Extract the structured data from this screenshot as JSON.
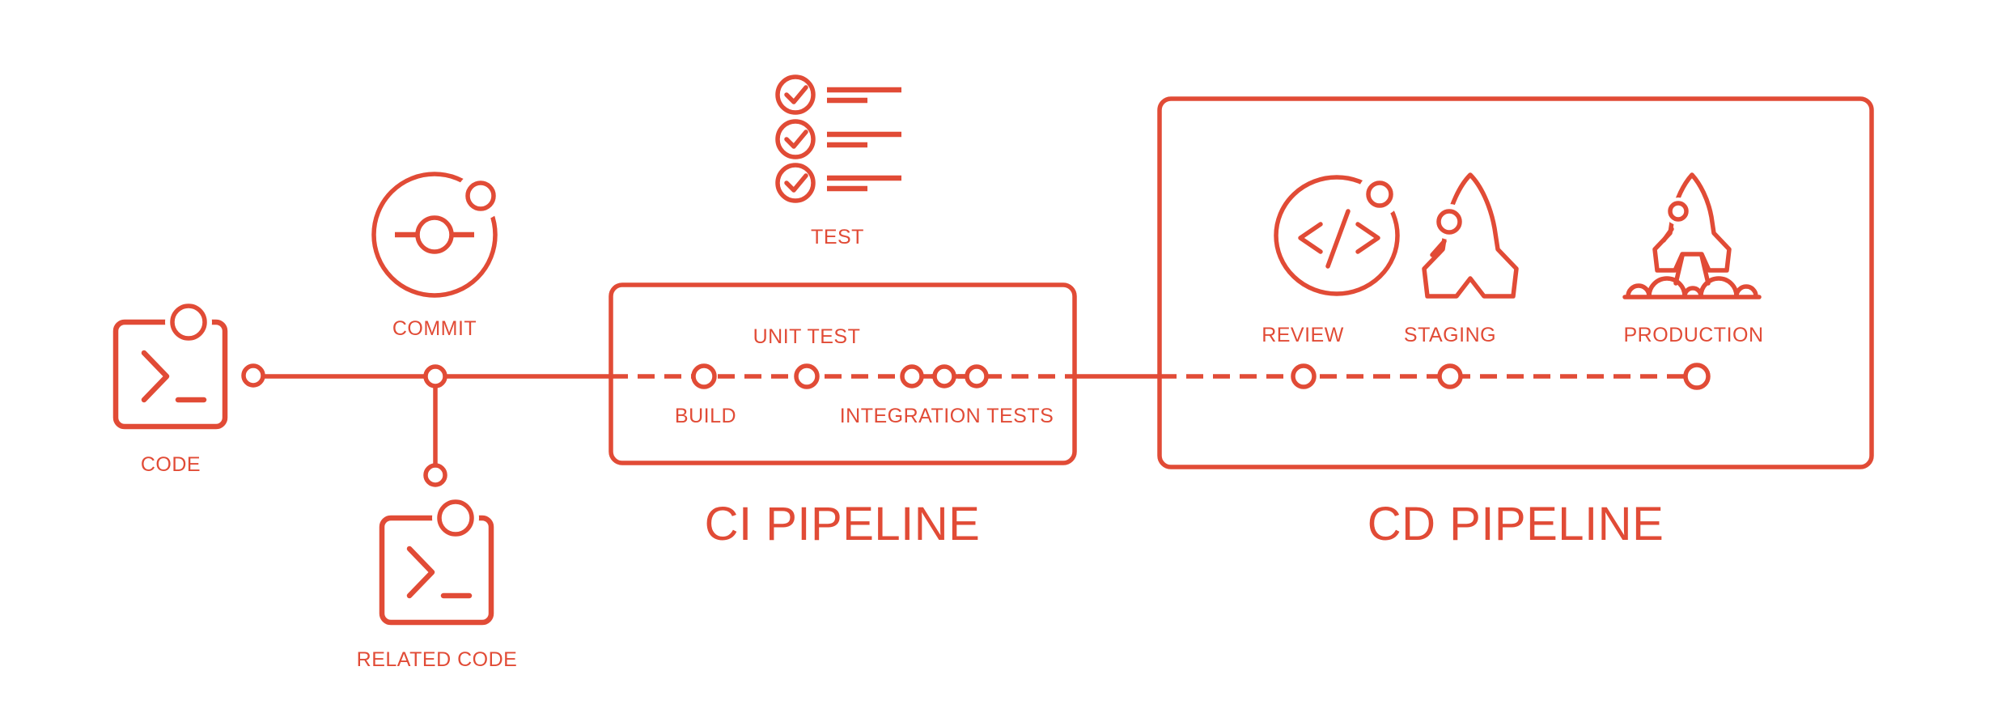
{
  "colors": {
    "accent": "#E14B36",
    "background": "#FFFFFF"
  },
  "diagram": {
    "kind": "ci-cd-pipeline-flow",
    "pre_stages": {
      "code": "CODE",
      "commit": "COMMIT",
      "related_code": "RELATED CODE",
      "test": "TEST"
    },
    "ci": {
      "title": "CI PIPELINE",
      "stages": {
        "build": "BUILD",
        "unit_test": "UNIT TEST",
        "integration_tests": "INTEGRATION TESTS"
      }
    },
    "cd": {
      "title": "CD PIPELINE",
      "stages": {
        "review": "REVIEW",
        "staging": "STAGING",
        "production": "PRODUCTION"
      }
    }
  }
}
